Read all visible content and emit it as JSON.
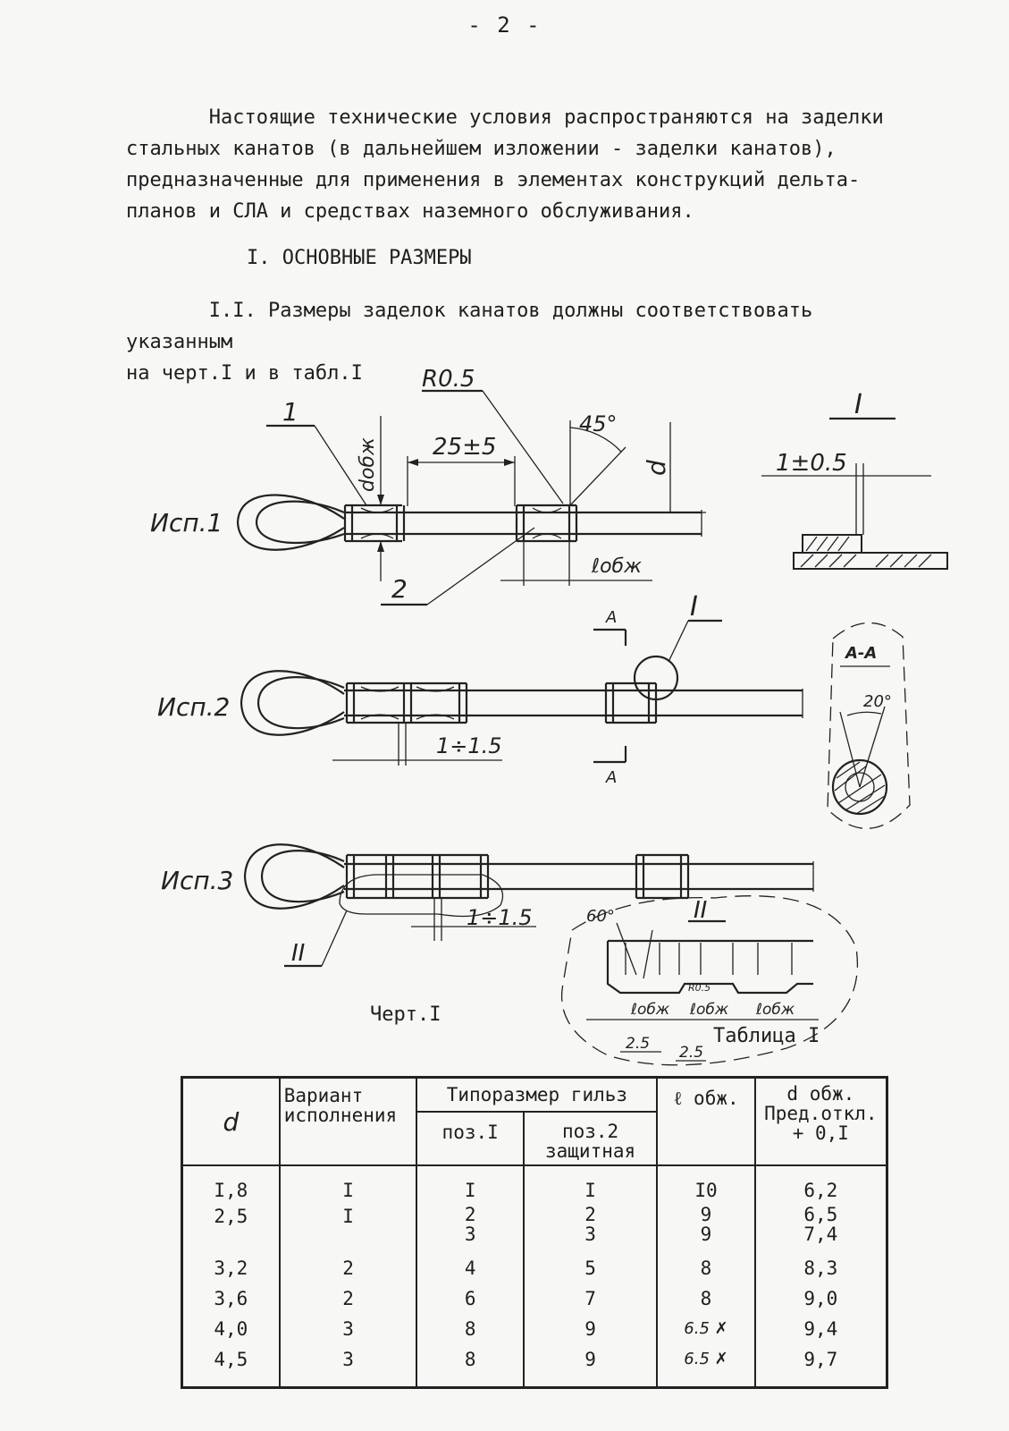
{
  "page_number": "- 2 -",
  "intro_paragraph": "       Настоящие технические условия распространяются на заделки\nстальных канатов (в дальнейшем изложении - заделки канатов),\nпредназначенные для применения в элементах конструкций дельта-\nпланов и СЛА и средствах наземного обслуживания.",
  "section_heading": "I. ОСНОВНЫЕ РАЗМЕРЫ",
  "clause_1_1": "       I.I. Размеры заделок канатов должны соответствовать указанным\nна черт.I и в табл.I",
  "drawing": {
    "labels": {
      "isp1": "Исп.1",
      "isp2": "Исп.2",
      "isp3": "Исп.3",
      "pos1": "1",
      "pos2": "2",
      "r05": "R0.5",
      "dim_25_5": "25±5",
      "angle45": "45°",
      "d": "d",
      "d_obzh": "dобж",
      "l_obzh": "ℓобж",
      "view_I": "I",
      "dim_1_05": "1±0.5",
      "section_A": "A",
      "section_AA": "A-A",
      "angle20": "20°",
      "dim_1_15": "1÷1.5",
      "dim_1_15b": "1÷1.5",
      "view_II": "II",
      "angle60": "60°",
      "r05_small": "R0.5",
      "l_obzh_small": "ℓобж",
      "dim_25a": "2.5",
      "dim_25b": "2.5"
    },
    "caption": "Черт.I"
  },
  "table_caption": "Таблица I",
  "table": {
    "headers": {
      "d": "d",
      "variant": "Вариант исполнения",
      "sleeve_size": "Типоразмер гильз",
      "pos1": "поз.I",
      "pos2_line1": "поз.2",
      "pos2_line2": "защитная",
      "l_obzh": "ℓ обж.",
      "d_obzh_line1": "d обж.",
      "d_obzh_line2": "Пред.откл.",
      "d_obzh_line3": "+ 0,I"
    },
    "rows": [
      {
        "d": "I,8",
        "variant": "I",
        "pos1": [
          "I"
        ],
        "pos2": [
          "I"
        ],
        "l": [
          "I0"
        ],
        "dobzh": [
          "6,2"
        ]
      },
      {
        "d": "2,5",
        "variant": "I",
        "pos1": [
          "2",
          "3"
        ],
        "pos2": [
          "2",
          "3"
        ],
        "l": [
          "9",
          "9"
        ],
        "dobzh": [
          "6,5",
          "7,4"
        ]
      },
      {
        "d": "3,2",
        "variant": "2",
        "pos1": [
          "4"
        ],
        "pos2": [
          "5"
        ],
        "l": [
          "8"
        ],
        "dobzh": [
          "8,3"
        ]
      },
      {
        "d": "3,6",
        "variant": "2",
        "pos1": [
          "6"
        ],
        "pos2": [
          "7"
        ],
        "l": [
          "8"
        ],
        "dobzh": [
          "9,0"
        ]
      },
      {
        "d": "4,0",
        "variant": "3",
        "pos1": [
          "8"
        ],
        "pos2": [
          "9"
        ],
        "l": [
          "6.5 ✗"
        ],
        "dobzh": [
          "9,4"
        ]
      },
      {
        "d": "4,5",
        "variant": "3",
        "pos1": [
          "8"
        ],
        "pos2": [
          "9"
        ],
        "l": [
          "6.5 ✗"
        ],
        "dobzh": [
          "9,7"
        ]
      }
    ]
  }
}
